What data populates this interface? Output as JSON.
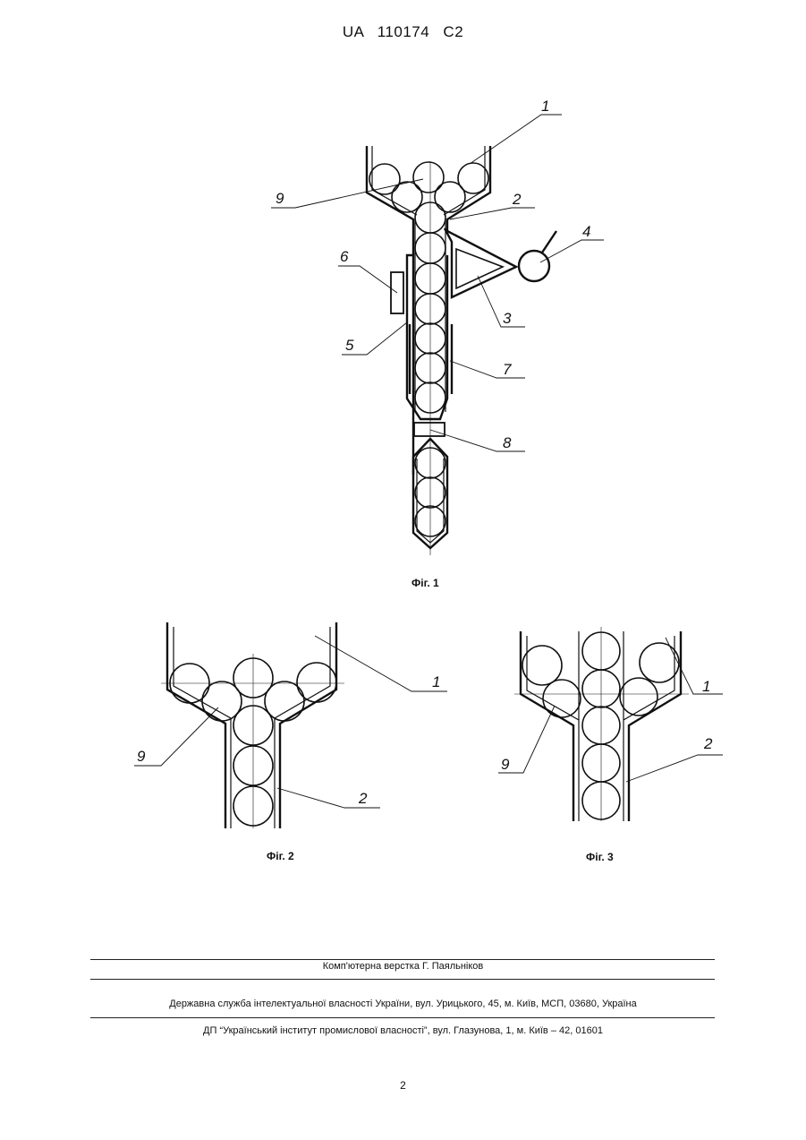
{
  "header": {
    "patent_id": "UA   110174   C2"
  },
  "figures": {
    "fig1": {
      "caption": "Фіг. 1",
      "labels": [
        "1",
        "2",
        "3",
        "4",
        "5",
        "6",
        "7",
        "8",
        "9"
      ]
    },
    "fig2": {
      "caption": "Фіг. 2",
      "labels": [
        "1",
        "2",
        "9"
      ]
    },
    "fig3": {
      "caption": "Фіг. 3",
      "labels": [
        "1",
        "2",
        "9"
      ]
    }
  },
  "footer": {
    "layout": "Комп'ютерна верстка Г. Паяльніков",
    "agency": "Державна служба інтелектуальної власності України, вул. Урицького, 45, м. Київ, МСП, 03680, Україна",
    "institute": "ДП “Український інститут промислової власності”, вул. Глазунова, 1, м. Київ – 42, 01601"
  },
  "page_number": "2"
}
